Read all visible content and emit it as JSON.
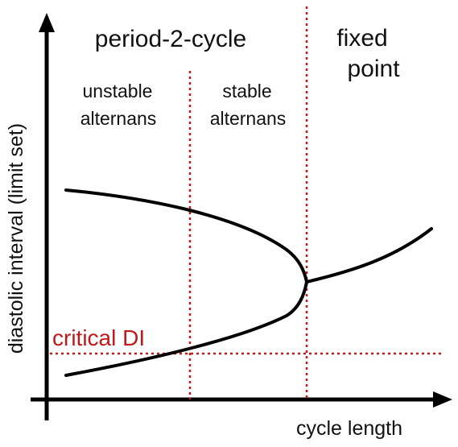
{
  "diagram": {
    "regions": {
      "period_2_cycle": "period-2-cycle",
      "fixed_point_line1": "fixed",
      "fixed_point_line2": "point",
      "unstable_line1": "unstable",
      "unstable_line2": "alternans",
      "stable_line1": "stable",
      "stable_line2": "alternans"
    },
    "critical_label": "critical DI",
    "xlabel": "cycle length",
    "ylabel": "diastolic interval (limit set)",
    "colors": {
      "curve": "#000000",
      "axes": "#000000",
      "dashed": "#c0181b",
      "text": "#111111"
    }
  }
}
